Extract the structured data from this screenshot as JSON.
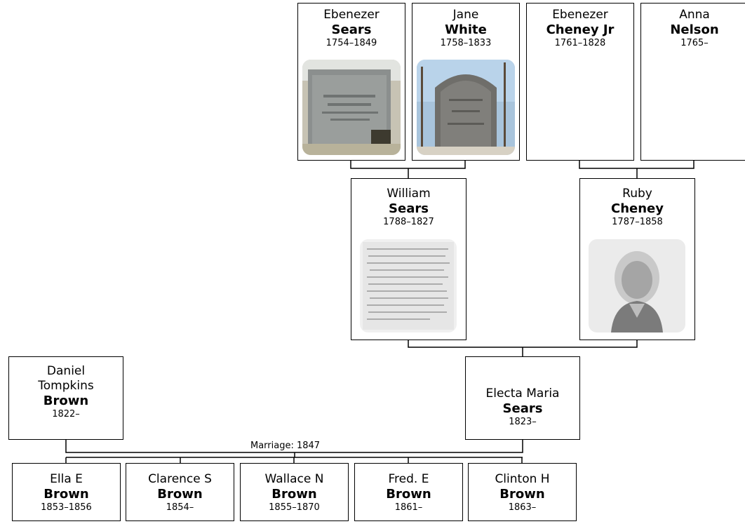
{
  "people": {
    "ebenezer_sears": {
      "given": "Ebenezer",
      "surname": "Sears",
      "dates": "1754–1849"
    },
    "jane_white": {
      "given": "Jane",
      "surname": "White",
      "dates": "1758–1833"
    },
    "ebenezer_cheney": {
      "given": "Ebenezer",
      "surname": "Cheney Jr",
      "dates": "1761–1828"
    },
    "anna_nelson": {
      "given": "Anna",
      "surname": "Nelson",
      "dates": "1765–"
    },
    "william_sears": {
      "given": "William",
      "surname": "Sears",
      "dates": "1788–1827"
    },
    "ruby_cheney": {
      "given": "Ruby",
      "surname": "Cheney",
      "dates": "1787–1858"
    },
    "daniel_brown": {
      "given_line1": "Daniel",
      "given_line2": "Tompkins",
      "surname": "Brown",
      "dates": "1822–"
    },
    "electa_sears": {
      "given": "Electa Maria",
      "surname": "Sears",
      "dates": "1823–"
    }
  },
  "marriage_label": "Marriage: 1847",
  "children": [
    {
      "given": "Ella E",
      "surname": "Brown",
      "dates": "1853–1856"
    },
    {
      "given": "Clarence S",
      "surname": "Brown",
      "dates": "1854–"
    },
    {
      "given": "Wallace N",
      "surname": "Brown",
      "dates": "1855–1870"
    },
    {
      "given": "Fred. E",
      "surname": "Brown",
      "dates": "1861–"
    },
    {
      "given": "Clinton H",
      "surname": "Brown",
      "dates": "1863–"
    }
  ]
}
